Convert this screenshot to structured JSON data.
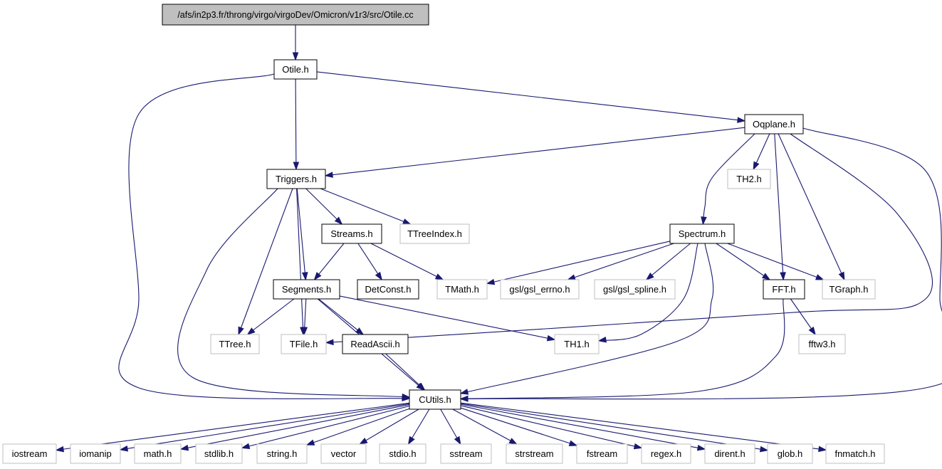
{
  "colors": {
    "edge": "#191970",
    "root_fill": "#bfbfbf",
    "node_border": "#000000",
    "external_border": "#bfbfbf",
    "background": "#ffffff"
  },
  "nodes": [
    {
      "id": "otile-cc",
      "label": "/afs/in2p3.fr/throng/virgo/virgoDev/Omicron/v1r3/src/Otile.cc",
      "kind": "root"
    },
    {
      "id": "otile-h",
      "label": "Otile.h",
      "kind": "local"
    },
    {
      "id": "oqplane-h",
      "label": "Oqplane.h",
      "kind": "local"
    },
    {
      "id": "triggers-h",
      "label": "Triggers.h",
      "kind": "local"
    },
    {
      "id": "th2-h",
      "label": "TH2.h",
      "kind": "external"
    },
    {
      "id": "streams-h",
      "label": "Streams.h",
      "kind": "local"
    },
    {
      "id": "ttreeindex-h",
      "label": "TTreeIndex.h",
      "kind": "external"
    },
    {
      "id": "spectrum-h",
      "label": "Spectrum.h",
      "kind": "local"
    },
    {
      "id": "segments-h",
      "label": "Segments.h",
      "kind": "local"
    },
    {
      "id": "detconst-h",
      "label": "DetConst.h",
      "kind": "local"
    },
    {
      "id": "tmath-h",
      "label": "TMath.h",
      "kind": "external"
    },
    {
      "id": "gsl-errno-h",
      "label": "gsl/gsl_errno.h",
      "kind": "external"
    },
    {
      "id": "gsl-spline-h",
      "label": "gsl/gsl_spline.h",
      "kind": "external"
    },
    {
      "id": "fft-h",
      "label": "FFT.h",
      "kind": "local"
    },
    {
      "id": "tgraph-h",
      "label": "TGraph.h",
      "kind": "external"
    },
    {
      "id": "ttree-h",
      "label": "TTree.h",
      "kind": "external"
    },
    {
      "id": "tfile-h",
      "label": "TFile.h",
      "kind": "external"
    },
    {
      "id": "readascii-h",
      "label": "ReadAscii.h",
      "kind": "local"
    },
    {
      "id": "th1-h",
      "label": "TH1.h",
      "kind": "external"
    },
    {
      "id": "fftw3-h",
      "label": "fftw3.h",
      "kind": "external"
    },
    {
      "id": "cutils-h",
      "label": "CUtils.h",
      "kind": "local"
    },
    {
      "id": "iostream",
      "label": "iostream",
      "kind": "external"
    },
    {
      "id": "iomanip",
      "label": "iomanip",
      "kind": "external"
    },
    {
      "id": "math-h",
      "label": "math.h",
      "kind": "external"
    },
    {
      "id": "stdlib-h",
      "label": "stdlib.h",
      "kind": "external"
    },
    {
      "id": "string-h",
      "label": "string.h",
      "kind": "external"
    },
    {
      "id": "vector",
      "label": "vector",
      "kind": "external"
    },
    {
      "id": "stdio-h",
      "label": "stdio.h",
      "kind": "external"
    },
    {
      "id": "sstream",
      "label": "sstream",
      "kind": "external"
    },
    {
      "id": "strstream",
      "label": "strstream",
      "kind": "external"
    },
    {
      "id": "fstream",
      "label": "fstream",
      "kind": "external"
    },
    {
      "id": "regex-h",
      "label": "regex.h",
      "kind": "external"
    },
    {
      "id": "dirent-h",
      "label": "dirent.h",
      "kind": "external"
    },
    {
      "id": "glob-h",
      "label": "glob.h",
      "kind": "external"
    },
    {
      "id": "fnmatch-h",
      "label": "fnmatch.h",
      "kind": "external"
    }
  ],
  "edges": [
    [
      "otile-cc",
      "otile-h"
    ],
    [
      "otile-h",
      "oqplane-h"
    ],
    [
      "otile-h",
      "triggers-h"
    ],
    [
      "otile-h",
      "cutils-h"
    ],
    [
      "oqplane-h",
      "triggers-h"
    ],
    [
      "oqplane-h",
      "th2-h"
    ],
    [
      "oqplane-h",
      "spectrum-h"
    ],
    [
      "oqplane-h",
      "fft-h"
    ],
    [
      "oqplane-h",
      "tgraph-h"
    ],
    [
      "oqplane-h",
      "tfile-h"
    ],
    [
      "oqplane-h",
      "cutils-h"
    ],
    [
      "triggers-h",
      "streams-h"
    ],
    [
      "triggers-h",
      "ttreeindex-h"
    ],
    [
      "triggers-h",
      "segments-h"
    ],
    [
      "triggers-h",
      "ttree-h"
    ],
    [
      "triggers-h",
      "tfile-h"
    ],
    [
      "triggers-h",
      "cutils-h"
    ],
    [
      "streams-h",
      "segments-h"
    ],
    [
      "streams-h",
      "detconst-h"
    ],
    [
      "streams-h",
      "tmath-h"
    ],
    [
      "spectrum-h",
      "tmath-h"
    ],
    [
      "spectrum-h",
      "gsl-errno-h"
    ],
    [
      "spectrum-h",
      "gsl-spline-h"
    ],
    [
      "spectrum-h",
      "fft-h"
    ],
    [
      "spectrum-h",
      "tgraph-h"
    ],
    [
      "spectrum-h",
      "th1-h"
    ],
    [
      "spectrum-h",
      "cutils-h"
    ],
    [
      "segments-h",
      "ttree-h"
    ],
    [
      "segments-h",
      "tfile-h"
    ],
    [
      "segments-h",
      "readascii-h"
    ],
    [
      "segments-h",
      "th1-h"
    ],
    [
      "segments-h",
      "cutils-h"
    ],
    [
      "readascii-h",
      "cutils-h"
    ],
    [
      "fft-h",
      "fftw3-h"
    ],
    [
      "fft-h",
      "cutils-h"
    ],
    [
      "cutils-h",
      "iostream"
    ],
    [
      "cutils-h",
      "iomanip"
    ],
    [
      "cutils-h",
      "math-h"
    ],
    [
      "cutils-h",
      "stdlib-h"
    ],
    [
      "cutils-h",
      "string-h"
    ],
    [
      "cutils-h",
      "vector"
    ],
    [
      "cutils-h",
      "stdio-h"
    ],
    [
      "cutils-h",
      "sstream"
    ],
    [
      "cutils-h",
      "strstream"
    ],
    [
      "cutils-h",
      "fstream"
    ],
    [
      "cutils-h",
      "regex-h"
    ],
    [
      "cutils-h",
      "dirent-h"
    ],
    [
      "cutils-h",
      "glob-h"
    ],
    [
      "cutils-h",
      "fnmatch-h"
    ]
  ]
}
